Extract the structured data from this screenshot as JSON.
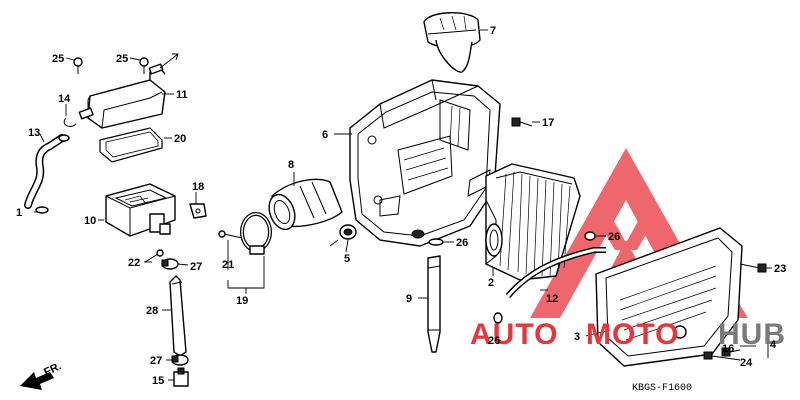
{
  "diagram": {
    "code": "KBGS-F1600",
    "direction_label": "FR.",
    "callouts": [
      {
        "id": "c1",
        "text": "1"
      },
      {
        "id": "c2",
        "text": "2"
      },
      {
        "id": "c3",
        "text": "3"
      },
      {
        "id": "c4",
        "text": "4"
      },
      {
        "id": "c5",
        "text": "5"
      },
      {
        "id": "c6",
        "text": "6"
      },
      {
        "id": "c7",
        "text": "7"
      },
      {
        "id": "c8",
        "text": "8"
      },
      {
        "id": "c9",
        "text": "9"
      },
      {
        "id": "c10",
        "text": "10"
      },
      {
        "id": "c11",
        "text": "11"
      },
      {
        "id": "c12",
        "text": "12"
      },
      {
        "id": "c13",
        "text": "13"
      },
      {
        "id": "c14",
        "text": "14"
      },
      {
        "id": "c15",
        "text": "15"
      },
      {
        "id": "c16",
        "text": "16"
      },
      {
        "id": "c17",
        "text": "17"
      },
      {
        "id": "c18",
        "text": "18"
      },
      {
        "id": "c19",
        "text": "19"
      },
      {
        "id": "c20",
        "text": "20"
      },
      {
        "id": "c21",
        "text": "21"
      },
      {
        "id": "c22",
        "text": "22"
      },
      {
        "id": "c23",
        "text": "23"
      },
      {
        "id": "c24",
        "text": "24"
      },
      {
        "id": "c25a",
        "text": "25"
      },
      {
        "id": "c25b",
        "text": "25"
      },
      {
        "id": "c26a",
        "text": "26"
      },
      {
        "id": "c26b",
        "text": "26"
      },
      {
        "id": "c26c",
        "text": "26"
      },
      {
        "id": "c27a",
        "text": "27"
      },
      {
        "id": "c27b",
        "text": "27"
      },
      {
        "id": "c28",
        "text": "28"
      }
    ]
  },
  "watermark": {
    "text_auto": "AUTO",
    "text_moto": "MOTO",
    "text_hub": "HUB",
    "color_red": "#e8353c",
    "color_gray": "#7a7a7a"
  }
}
